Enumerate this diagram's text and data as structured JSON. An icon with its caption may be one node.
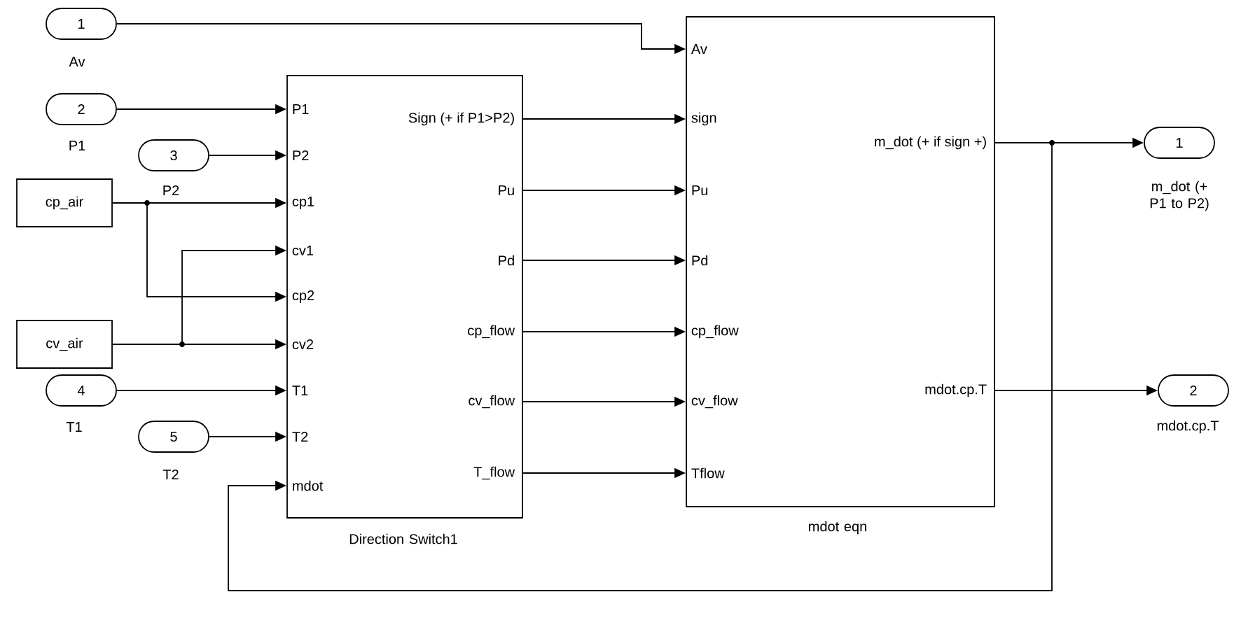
{
  "diagram": {
    "nodes": [
      {
        "text": [
          "1"
        ],
        "beside": [
          "Av"
        ]
      },
      {
        "text": [
          "2"
        ],
        "beside": [
          "P1"
        ]
      },
      {
        "text": [
          "3"
        ],
        "beside": [
          "P2"
        ]
      },
      {
        "text": [
          "cp_air"
        ]
      },
      {
        "text": [
          "cv_air"
        ]
      },
      {
        "text": [
          "4"
        ],
        "beside": [
          "T1"
        ]
      },
      {
        "text": [
          "5"
        ],
        "beside": [
          "T2"
        ]
      },
      {
        "text": [
          "P1",
          "P2",
          "cp1",
          "cv1",
          "cp2",
          "cv2",
          "T1",
          "T2",
          "mdot",
          "Sign (+ if P1>P2)",
          "Pu",
          "Pd",
          "cp_flow",
          "cv_flow",
          "T_flow"
        ],
        "beside": [
          "Direction Switch1"
        ]
      },
      {
        "text": [
          "Av",
          "sign",
          "Pu",
          "Pd",
          "cp_flow",
          "cv_flow",
          "Tflow",
          "m_dot (+ if sign +)",
          "mdot.cp.T"
        ],
        "beside": [
          "mdot eqn"
        ]
      },
      {
        "text": [
          "1"
        ],
        "beside": [
          "m_dot (+ P1 to P2)"
        ]
      },
      {
        "text": [
          "2"
        ],
        "beside": [
          "mdot.cp.T"
        ]
      }
    ],
    "edges": [
      {
        "from": 0,
        "to": 8,
        "arrow": "to"
      },
      {
        "from": 1,
        "to": 7,
        "arrow": "to"
      },
      {
        "from": 2,
        "to": 7,
        "arrow": "to"
      },
      {
        "from": 3,
        "to": 7,
        "arrow": "to"
      },
      {
        "from": 3,
        "to": 7,
        "arrow": "to"
      },
      {
        "from": 4,
        "to": 7,
        "arrow": "to"
      },
      {
        "from": 4,
        "to": 7,
        "arrow": "to"
      },
      {
        "from": 5,
        "to": 7,
        "arrow": "to"
      },
      {
        "from": 6,
        "to": 7,
        "arrow": "to"
      },
      {
        "from": 7,
        "to": 8,
        "arrow": "to"
      },
      {
        "from": 7,
        "to": 8,
        "arrow": "to"
      },
      {
        "from": 7,
        "to": 8,
        "arrow": "to"
      },
      {
        "from": 7,
        "to": 8,
        "arrow": "to"
      },
      {
        "from": 7,
        "to": 8,
        "arrow": "to"
      },
      {
        "from": 7,
        "to": 8,
        "arrow": "to"
      },
      {
        "from": 8,
        "to": 9,
        "arrow": "to"
      },
      {
        "from": 8,
        "to": 10,
        "arrow": "to"
      },
      {
        "from": 8,
        "to": 7,
        "arrow": "to"
      }
    ]
  }
}
